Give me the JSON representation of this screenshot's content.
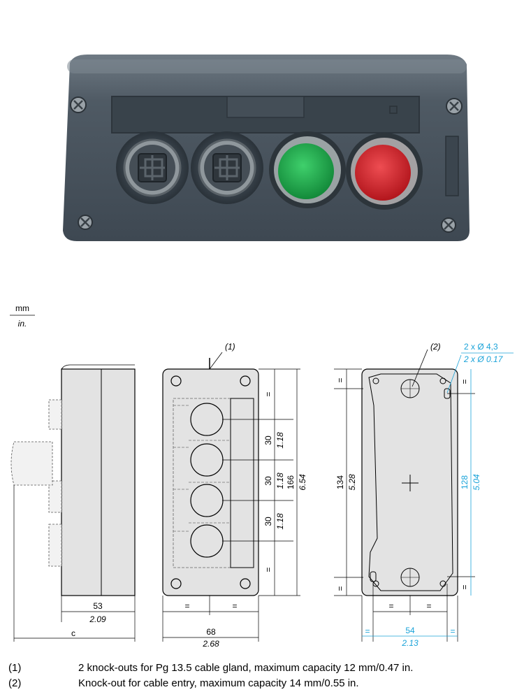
{
  "colors": {
    "housing": "#4a5560",
    "housing_top": "#68737d",
    "green_button": "#1fa34a",
    "red_button": "#d4282f",
    "dim_blue": "#1aa3d9",
    "drawing_fill": "#e3e3e3"
  },
  "units": {
    "top": "mm",
    "bottom": "in."
  },
  "callouts": {
    "c1": "(1)",
    "c2": "(2)"
  },
  "side_view": {
    "width_mm": "53",
    "width_in": "2.09",
    "depth_label": "c"
  },
  "front_view": {
    "spacing": [
      {
        "mm": "30",
        "in": "1.18"
      },
      {
        "mm": "30",
        "in": "1.18"
      },
      {
        "mm": "30",
        "in": "1.18"
      }
    ],
    "height_mm": "166",
    "height_in": "6.54",
    "width_mm": "68",
    "width_in": "2.68",
    "eq": "="
  },
  "back_view": {
    "hole_mm": "2 x Ø 4,3",
    "hole_in": "2 x Ø 0.17",
    "height_mm": "134",
    "height_in": "5.28",
    "hole_span_mm": "128",
    "hole_span_in": "5.04",
    "width_mm": "54",
    "width_in": "2.13",
    "eq": "="
  },
  "notes": [
    {
      "num": "(1)",
      "text": "2 knock-outs for Pg 13.5 cable gland, maximum capacity 12 mm/0.47 in."
    },
    {
      "num": "(2)",
      "text": "Knock-out for cable entry, maximum capacity 14 mm/0.55 in."
    }
  ]
}
